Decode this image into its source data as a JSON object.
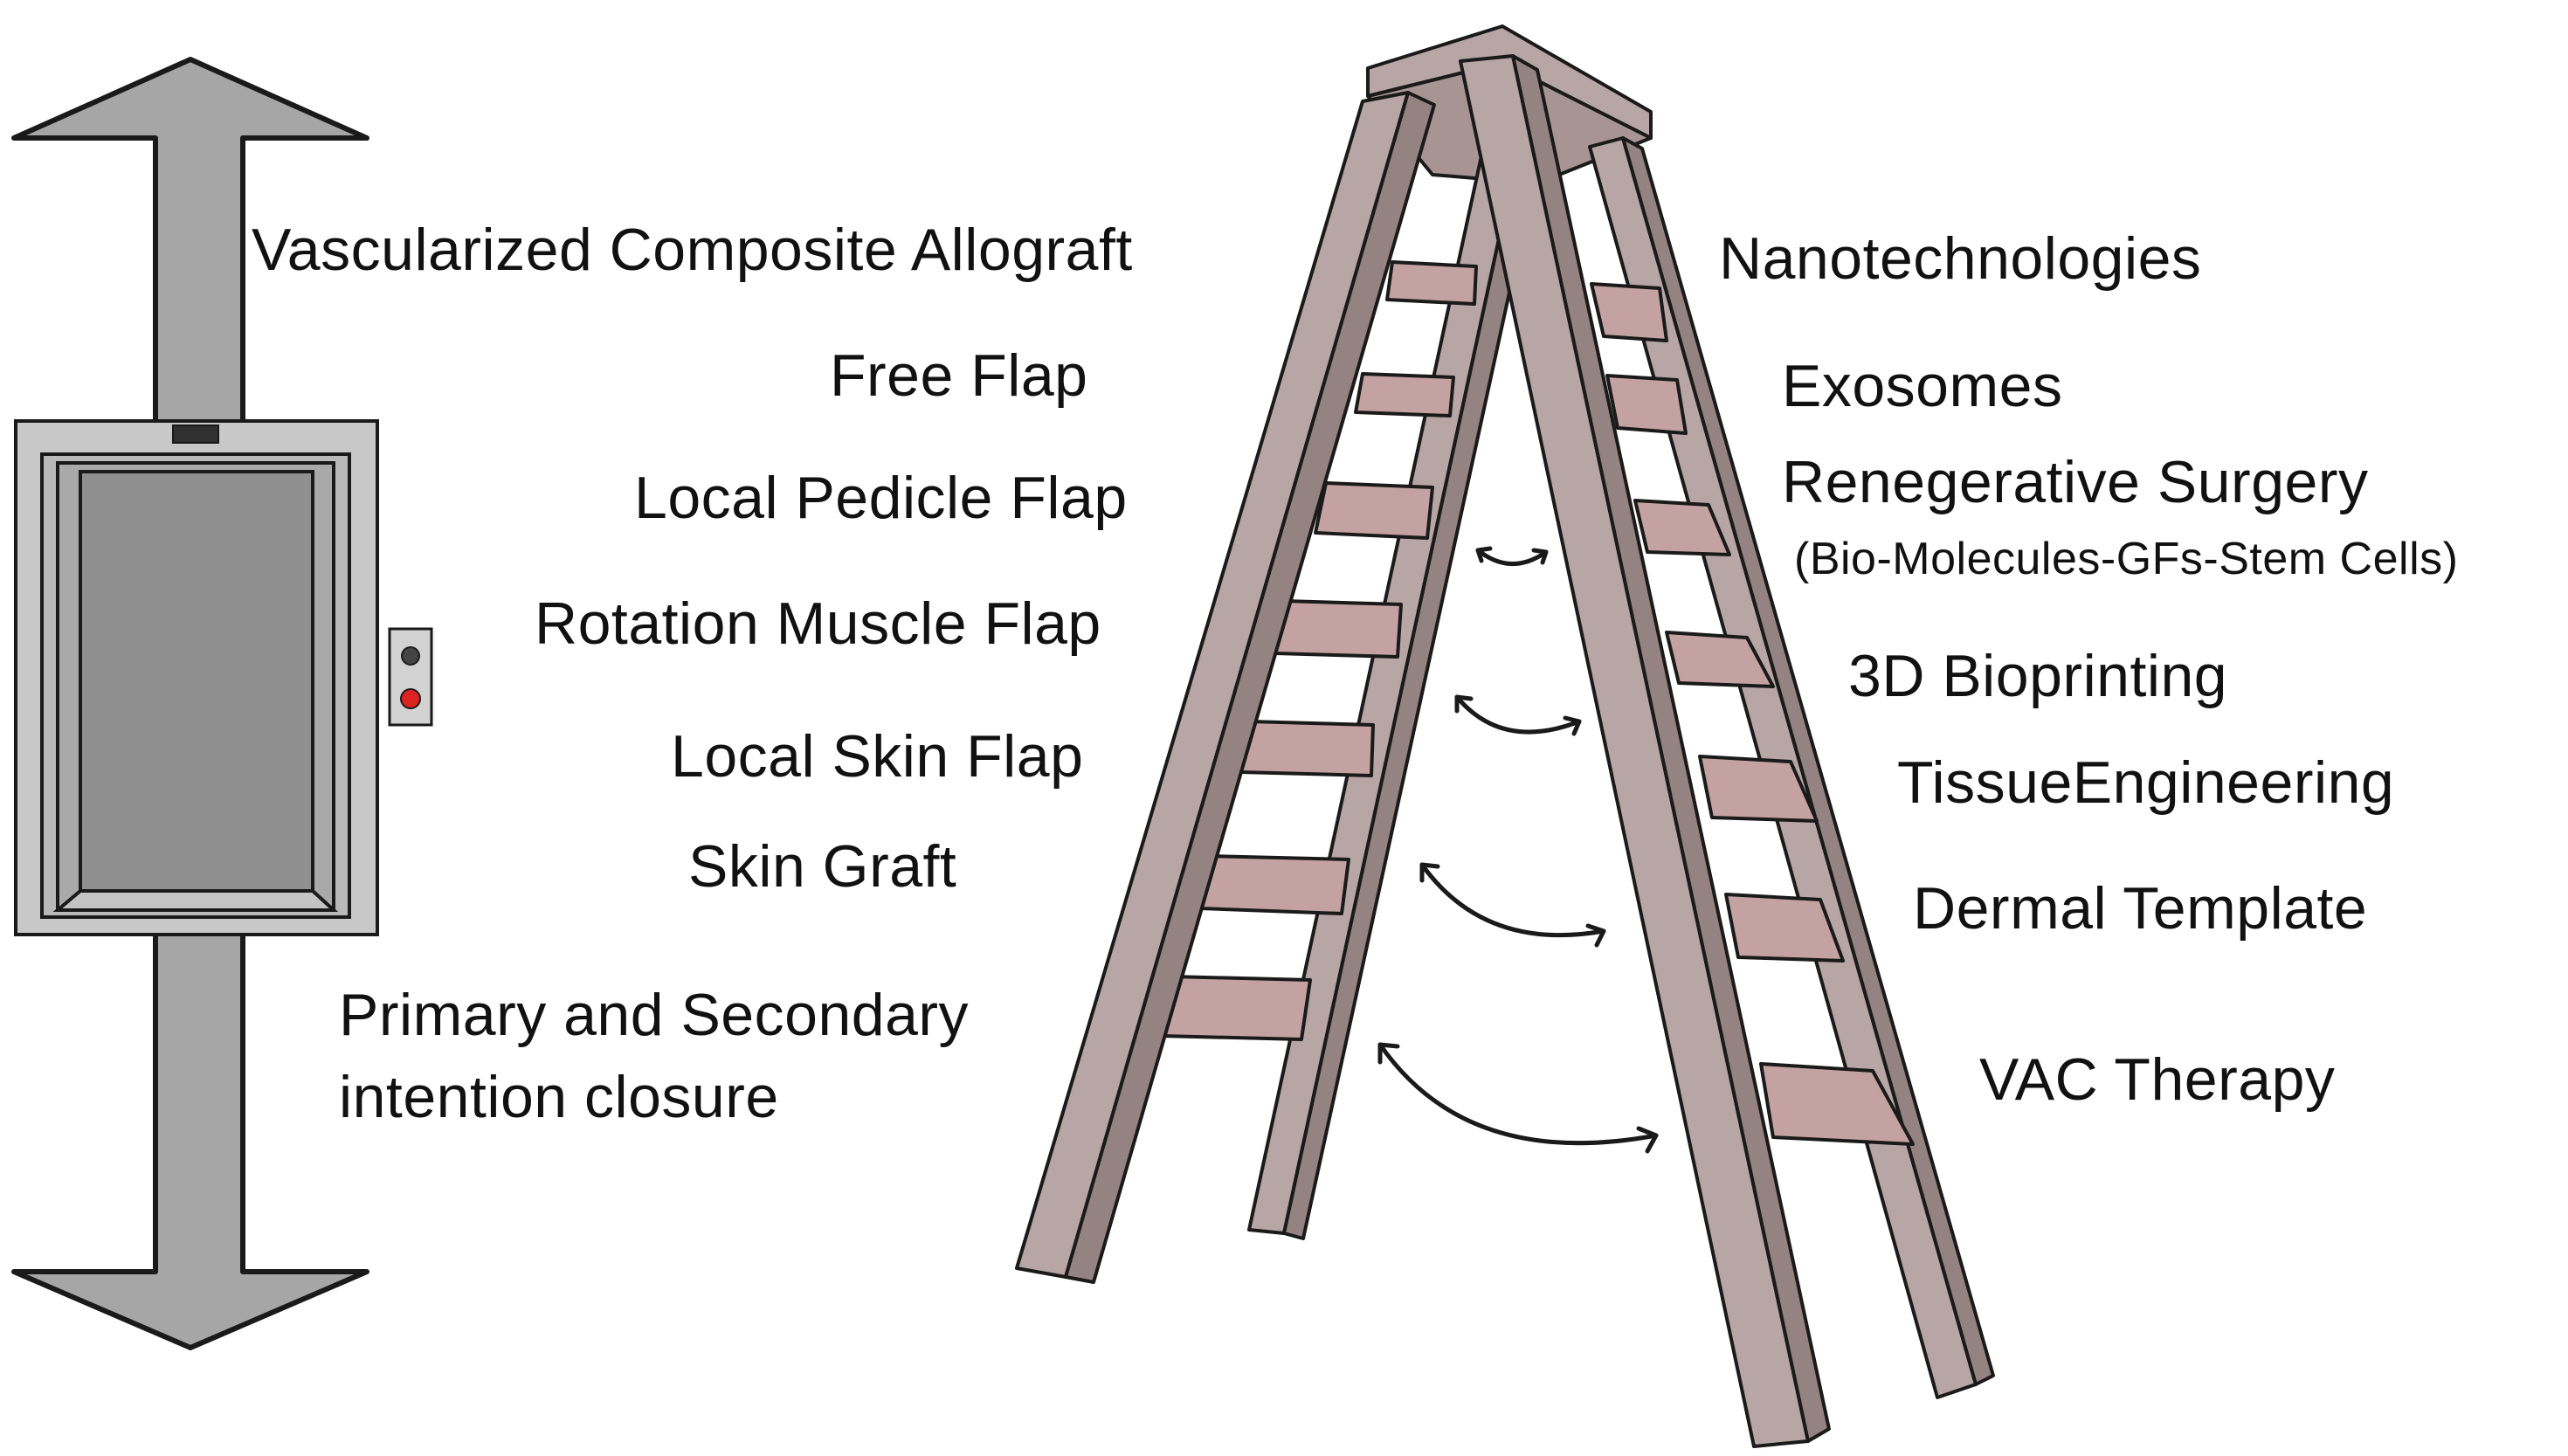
{
  "left_labels": [
    {
      "id": "vca",
      "text": "Vascularized  Composite Allograft"
    },
    {
      "id": "free-flap",
      "text": "Free Flap"
    },
    {
      "id": "local-pedicle-flap",
      "text": "Local Pedicle Flap"
    },
    {
      "id": "rotation-muscle-flap",
      "text": "Rotation Muscle Flap"
    },
    {
      "id": "local-skin-flap",
      "text": "Local Skin Flap"
    },
    {
      "id": "skin-graft",
      "text": "Skin Graft"
    },
    {
      "id": "primary-secondary-line1",
      "text": "Primary and Secondary"
    },
    {
      "id": "primary-secondary-line2",
      "text": "intention closure"
    }
  ],
  "right_labels": [
    {
      "id": "nanotechnologies",
      "text": "Nanotechnologies"
    },
    {
      "id": "exosomes",
      "text": "Exosomes"
    },
    {
      "id": "regenerative-surgery",
      "text": "Renegerative  Surgery"
    },
    {
      "id": "regenerative-surgery-sub",
      "text": "(Bio-Molecules-GFs-Stem Cells)"
    },
    {
      "id": "bioprinting",
      "text": "3D Bioprinting"
    },
    {
      "id": "tissue-engineering",
      "text": "TissueEngineering"
    },
    {
      "id": "dermal-template",
      "text": "Dermal Template"
    },
    {
      "id": "vac-therapy",
      "text": "VAC Therapy"
    }
  ],
  "colors": {
    "ladder_rail": "#b8a5a5",
    "ladder_rail_dark": "#958282",
    "ladder_step": "#c4a2a2",
    "elevator_frame": "#c8c8c8",
    "elevator_interior": "#8f8f8f",
    "arrow_shaft": "#a6a6a6",
    "outline": "#1a1a1a"
  },
  "icons": {
    "elevator": "elevator-icon",
    "bidirectional_arrow": "up-down-arrow-icon",
    "ladder": "stepladder-icon",
    "curved_arrows": "curved-double-arrow-icon"
  }
}
